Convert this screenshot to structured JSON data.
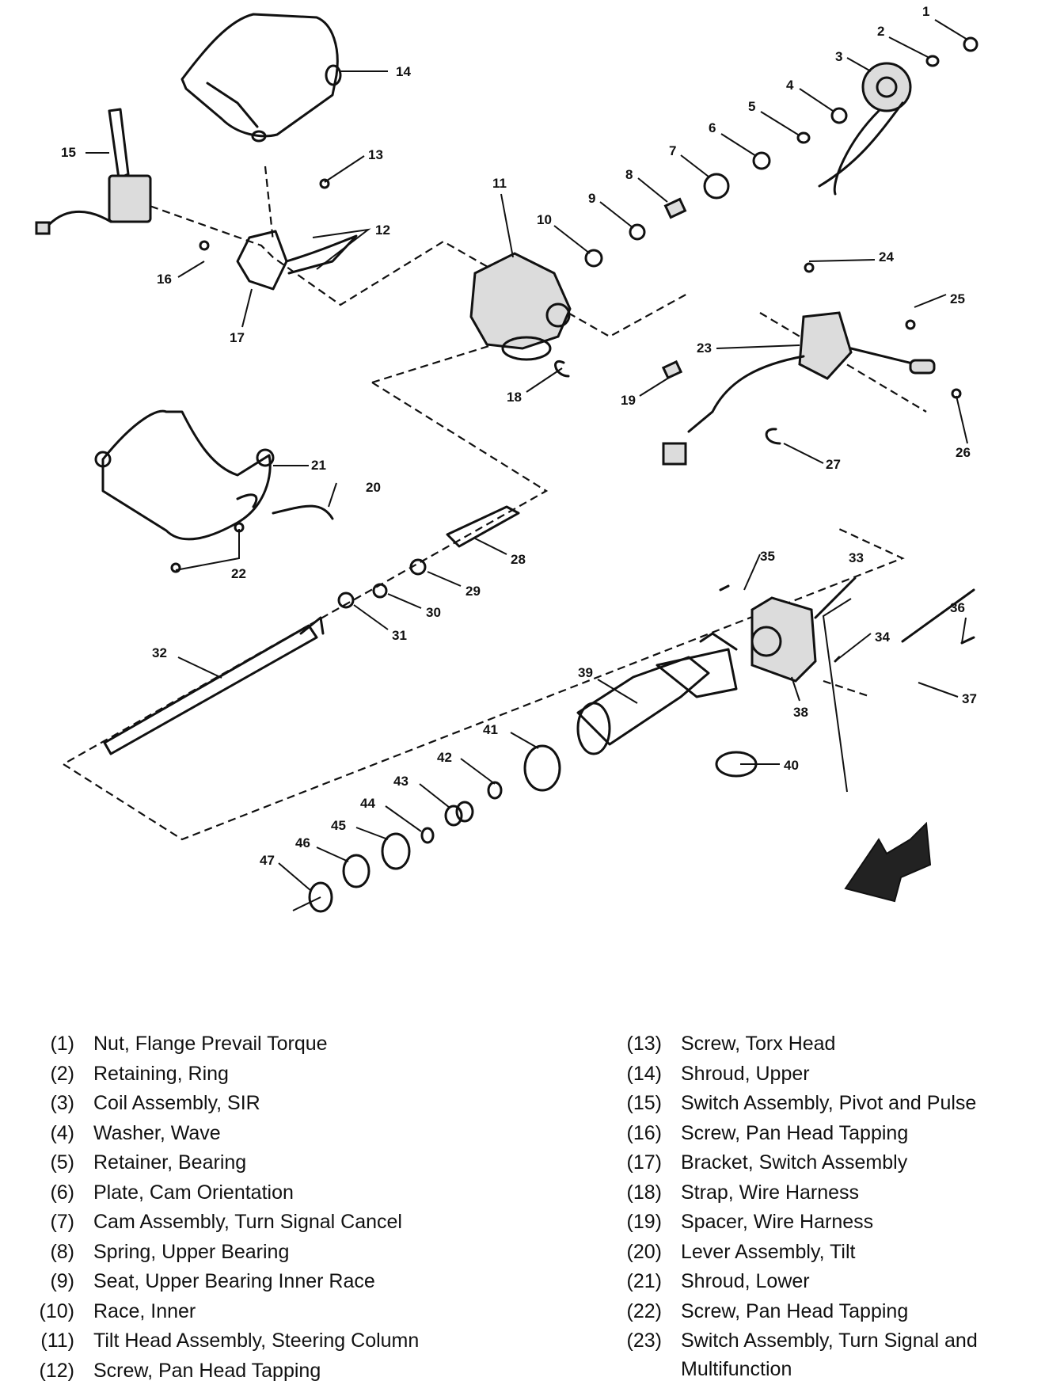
{
  "diagram": {
    "callouts": [
      "1",
      "2",
      "3",
      "4",
      "5",
      "6",
      "7",
      "8",
      "9",
      "10",
      "11",
      "12",
      "13",
      "14",
      "15",
      "16",
      "17",
      "18",
      "19",
      "20",
      "21",
      "22",
      "23",
      "24",
      "25",
      "26",
      "27",
      "28",
      "29",
      "30",
      "31",
      "32",
      "33",
      "34",
      "35",
      "36",
      "37",
      "38",
      "39",
      "40",
      "41",
      "42",
      "43",
      "44",
      "45",
      "46",
      "47"
    ]
  },
  "legend": {
    "left": [
      {
        "num": "(1)",
        "label": "Nut, Flange Prevail Torque"
      },
      {
        "num": "(2)",
        "label": "Retaining, Ring"
      },
      {
        "num": "(3)",
        "label": "Coil Assembly, SIR"
      },
      {
        "num": "(4)",
        "label": "Washer, Wave"
      },
      {
        "num": "(5)",
        "label": "Retainer, Bearing"
      },
      {
        "num": "(6)",
        "label": "Plate, Cam Orientation"
      },
      {
        "num": "(7)",
        "label": "Cam Assembly, Turn Signal Cancel"
      },
      {
        "num": "(8)",
        "label": "Spring, Upper Bearing"
      },
      {
        "num": "(9)",
        "label": "Seat, Upper Bearing Inner Race"
      },
      {
        "num": "(10)",
        "label": "Race, Inner"
      },
      {
        "num": "(11)",
        "label": "Tilt Head Assembly, Steering Column"
      },
      {
        "num": "(12)",
        "label": "Screw, Pan Head Tapping"
      }
    ],
    "right": [
      {
        "num": "(13)",
        "label": "Screw, Torx Head"
      },
      {
        "num": "(14)",
        "label": "Shroud, Upper"
      },
      {
        "num": "(15)",
        "label": "Switch Assembly, Pivot and Pulse"
      },
      {
        "num": "(16)",
        "label": "Screw, Pan Head Tapping"
      },
      {
        "num": "(17)",
        "label": "Bracket, Switch Assembly"
      },
      {
        "num": "(18)",
        "label": "Strap, Wire Harness"
      },
      {
        "num": "(19)",
        "label": "Spacer, Wire Harness"
      },
      {
        "num": "(20)",
        "label": "Lever Assembly, Tilt"
      },
      {
        "num": "(21)",
        "label": "Shroud, Lower"
      },
      {
        "num": "(22)",
        "label": "Screw, Pan Head Tapping"
      },
      {
        "num": "(23)",
        "label": "Switch Assembly, Turn Signal and Multifunction"
      }
    ]
  }
}
